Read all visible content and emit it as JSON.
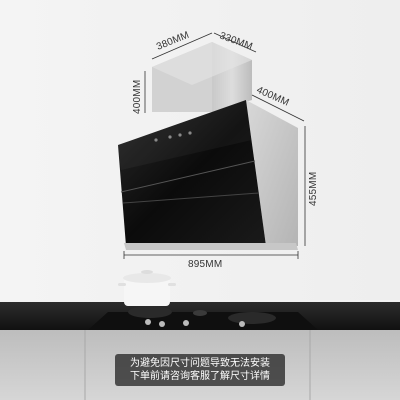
{
  "dimensions": {
    "top_depth": "380MM",
    "top_width": "330MM",
    "chimney_height": "400MM",
    "side_depth": "400MM",
    "body_height": "455MM",
    "total_width": "895MM"
  },
  "notice": {
    "line1": "为避免因尺寸问题导致无法安装",
    "line2": "下单前请咨询客服了解尺寸详情"
  }
}
